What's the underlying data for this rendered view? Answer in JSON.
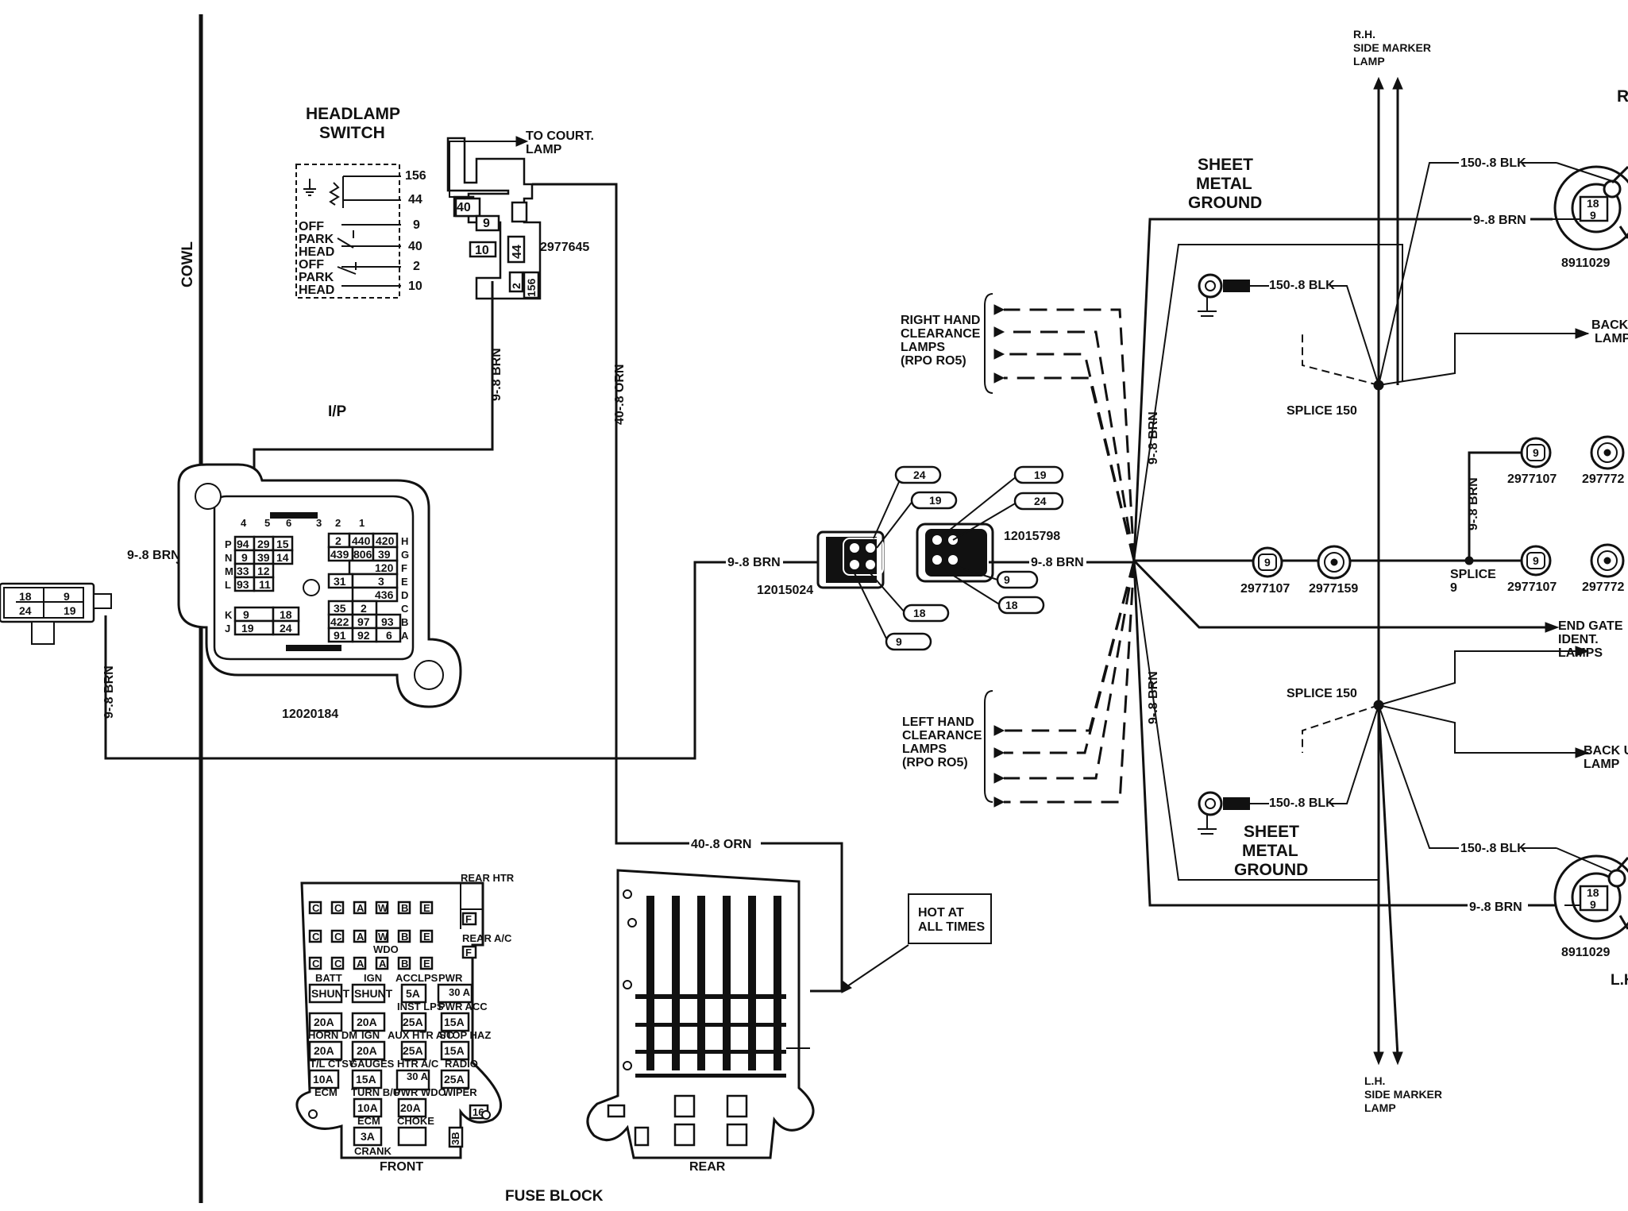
{
  "labels": {
    "cowl": "COWL",
    "ip": "I/P",
    "headlamp_switch": [
      "HEADLAMP",
      "SWITCH"
    ],
    "switch_positions": [
      "OFF",
      "PARK",
      "HEAD",
      "OFF",
      "PARK",
      "HEAD"
    ],
    "switch_pins": [
      "156",
      "44",
      "9",
      "40",
      "2",
      "10"
    ],
    "to_court_lamp": [
      "TO COURT.",
      "LAMP"
    ],
    "relay_part": "2977645",
    "relay_pins": [
      "40",
      "9",
      "10",
      "44",
      "2",
      "156"
    ],
    "bulkhead_part": "12020184",
    "bulkhead_cells": [
      "94",
      "29",
      "15",
      "9",
      "39",
      "14",
      "33",
      "12",
      "93",
      "11",
      "2",
      "440",
      "420",
      "439",
      "806",
      "39",
      "120",
      "31",
      "3",
      "436",
      "35",
      "2",
      "422",
      "97",
      "93",
      "91",
      "92",
      "6",
      "9",
      "18",
      "19",
      "24"
    ],
    "bulkhead_letters": [
      "P",
      "N",
      "M",
      "L",
      "K",
      "J",
      "H",
      "G",
      "F",
      "E",
      "D",
      "C",
      "B",
      "A"
    ],
    "bulkhead_top_numbers": [
      "4",
      "5",
      "6",
      "3",
      "2",
      "1"
    ],
    "left_connector_pins": [
      "18",
      "9",
      "24",
      "19"
    ],
    "wire_9_brn": "9-.8 BRN",
    "wire_40_orn": "40-.8 ORN",
    "wire_150_blk": "150-.8 BLK",
    "connector_a_part": "12015024",
    "connector_b_part": "12015798",
    "connector_tags": [
      "24",
      "19",
      "18",
      "9",
      "19",
      "24",
      "9",
      "18"
    ],
    "sheet_metal_ground": [
      "SHEET",
      "METAL",
      "GROUND"
    ],
    "rh_clearance": [
      "RIGHT HAND",
      "CLEARANCE",
      "LAMPS",
      "(RPO RO5)"
    ],
    "lh_clearance": [
      "LEFT HAND",
      "CLEARANCE",
      "LAMPS",
      "(RPO RO5)"
    ],
    "rh_side_marker": [
      "R.H.",
      "SIDE MARKER",
      "LAMP"
    ],
    "lh_side_marker": [
      "L.H.",
      "SIDE MARKER",
      "LAMP"
    ],
    "splice_150": "SPLICE 150",
    "splice_9": [
      "SPLICE",
      "9"
    ],
    "lamp_part_2977107": "2977107",
    "lamp_part_2977159": "2977159",
    "lamp_part_2977772": "297772",
    "lamp_part_8911029": "8911029",
    "tail_tags": [
      "18",
      "9"
    ],
    "back_lamp": [
      "BACK",
      "LAMP"
    ],
    "back_up_lamp": [
      "BACK U",
      "LAMP"
    ],
    "end_gate": [
      "END GATE",
      "IDENT.",
      "LAMPS"
    ],
    "hot_at_all_times": [
      "HOT AT",
      "ALL TIMES"
    ],
    "fuse_block": "FUSE BLOCK",
    "front": "FRONT",
    "rear": "REAR",
    "edge_r": "R",
    "edge_lh": "L.H",
    "fuse_top_letters": [
      [
        "C",
        "C",
        "A",
        "W",
        "B",
        "E"
      ],
      [
        "C",
        "C",
        "A",
        "W",
        "B",
        "E"
      ],
      [
        "C",
        "C",
        "A",
        "A",
        "B",
        "E"
      ]
    ],
    "fuse_row_words": [
      "BATT",
      "IGN",
      "ACC",
      "LPS",
      "PWR"
    ],
    "fuse_rows": [
      [
        "SHUNT",
        "SHUNT",
        "5A",
        "30 A"
      ],
      [
        "20A",
        "20A",
        "25A",
        "15A"
      ],
      [
        "20A",
        "20A",
        "25A",
        "15A"
      ],
      [
        "10A",
        "15A",
        "30 A",
        "25A"
      ],
      [
        "",
        "10A",
        "20A",
        ""
      ],
      [
        "",
        "3A",
        "",
        ""
      ]
    ],
    "fuse_small_labels": [
      "HORN DM",
      "IGN",
      "AUX HTR A/C",
      "STOP HAZ",
      "T/L CTSY",
      "GAUGES",
      "HTR A/C",
      "RADIO",
      "ECM",
      "TURN B/U",
      "PWR WDO",
      "WIPER",
      "ECM",
      "CHOKE",
      "CRANK",
      "REAR HTR",
      "REAR A/C",
      "INST LPS",
      "PWR ACC",
      "WDO",
      "16",
      "3B"
    ],
    "fuse_right_tags": [
      "F",
      "F"
    ]
  }
}
